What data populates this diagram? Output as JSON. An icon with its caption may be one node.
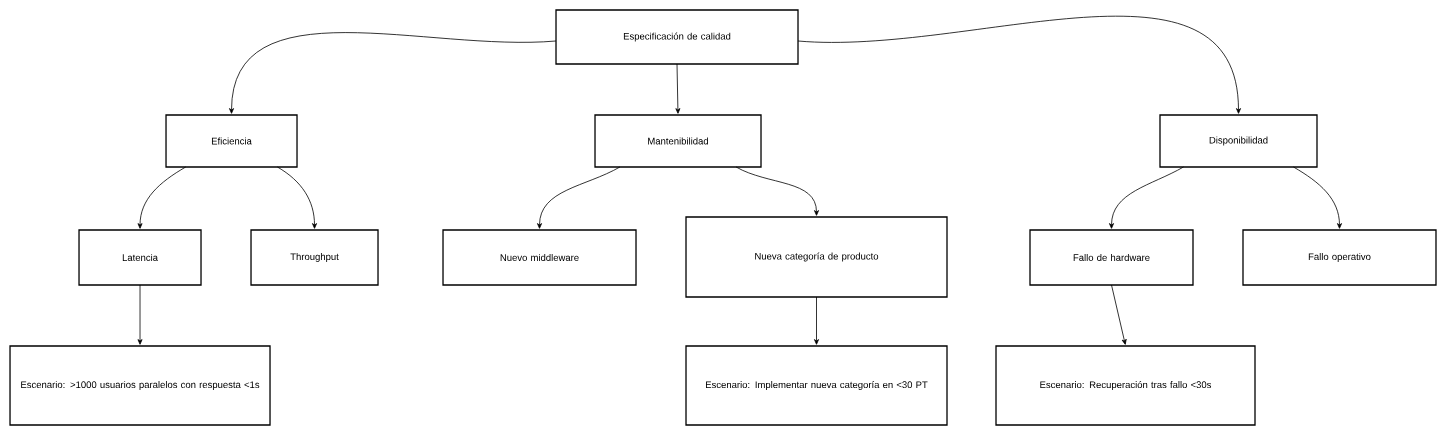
{
  "diagram": {
    "nodes": [
      {
        "text": [
          "Especificación de calidad"
        ]
      },
      {
        "text": [
          "Eficiencia"
        ]
      },
      {
        "text": [
          "Mantenibilidad"
        ]
      },
      {
        "text": [
          "Disponibilidad"
        ]
      },
      {
        "text": [
          "Latencia"
        ]
      },
      {
        "text": [
          "Throughput"
        ]
      },
      {
        "text": [
          "Nuevo middleware"
        ]
      },
      {
        "text": [
          "Nueva categoría de producto"
        ]
      },
      {
        "text": [
          "Fallo de hardware"
        ]
      },
      {
        "text": [
          "Fallo operativo"
        ]
      },
      {
        "text": [
          "Escenario: >1000 usuarios paralelos con respuesta <1s"
        ]
      },
      {
        "text": [
          "Escenario: Implementar nueva categoría en <30 PT"
        ]
      },
      {
        "text": [
          "Escenario: Recuperación tras fallo <30s"
        ]
      }
    ],
    "edges": [
      {
        "from": 0,
        "to": 1,
        "arrow": "to"
      },
      {
        "from": 0,
        "to": 2,
        "arrow": "to"
      },
      {
        "from": 0,
        "to": 3,
        "arrow": "to"
      },
      {
        "from": 1,
        "to": 4,
        "arrow": "to"
      },
      {
        "from": 1,
        "to": 5,
        "arrow": "to"
      },
      {
        "from": 2,
        "to": 6,
        "arrow": "to"
      },
      {
        "from": 2,
        "to": 7,
        "arrow": "to"
      },
      {
        "from": 3,
        "to": 8,
        "arrow": "to"
      },
      {
        "from": 3,
        "to": 9,
        "arrow": "to"
      },
      {
        "from": 4,
        "to": 10,
        "arrow": "to"
      },
      {
        "from": 7,
        "to": 11,
        "arrow": "to"
      },
      {
        "from": 8,
        "to": 12,
        "arrow": "to"
      }
    ]
  }
}
